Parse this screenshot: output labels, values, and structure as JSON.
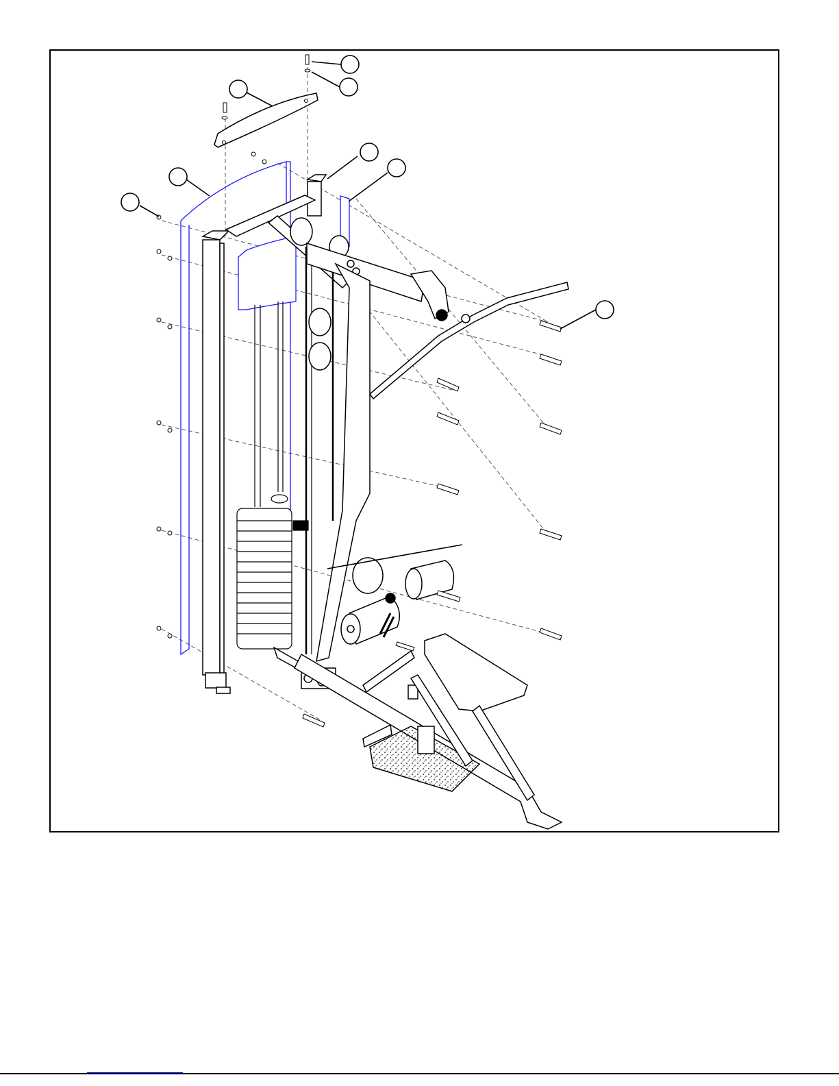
{
  "diagram": {
    "callouts": [
      {
        "id": "c-screw-top",
        "label": ""
      },
      {
        "id": "c-washer-top",
        "label": ""
      },
      {
        "id": "c-top-shroud",
        "label": ""
      },
      {
        "id": "c-frame-cap",
        "label": ""
      },
      {
        "id": "c-side-shroud-right",
        "label": ""
      },
      {
        "id": "c-side-shroud-left",
        "label": ""
      },
      {
        "id": "c-nut-left",
        "label": ""
      },
      {
        "id": "c-bolt-right",
        "label": ""
      }
    ],
    "colors": {
      "line": "#000000",
      "shroud_outline": "#1a1aff",
      "dashed_leader": "#555555",
      "fill_light": "#ffffff",
      "fill_dark": "#000000"
    }
  },
  "footer": {
    "link_text": ""
  }
}
